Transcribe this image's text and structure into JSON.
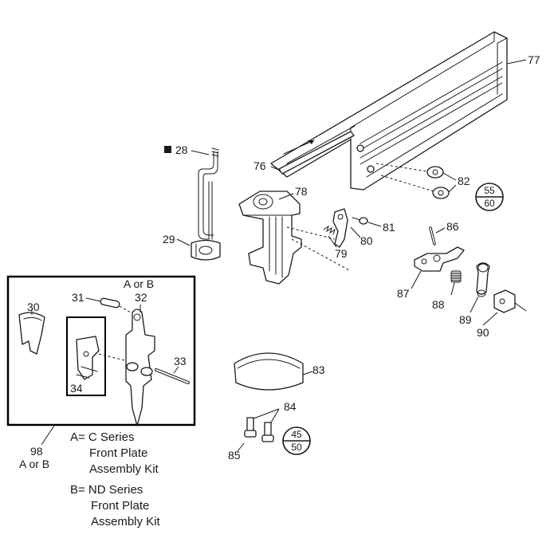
{
  "callouts": {
    "c28": "28",
    "c29": "29",
    "c30": "30",
    "c31": "31",
    "c32": "32",
    "c32_variant": "A or B",
    "c33": "33",
    "c34": "34",
    "c76": "76",
    "c77": "77",
    "c78": "78",
    "c79": "79",
    "c80": "80",
    "c81": "81",
    "c82": "82",
    "c83": "83",
    "c84": "84",
    "c85": "85",
    "c86": "86",
    "c87": "87",
    "c88": "88",
    "c89": "89",
    "c90": "90",
    "c98": "98",
    "c98_variant": "A or B"
  },
  "badges": {
    "badge_a": {
      "top": "55",
      "bottom": "60"
    },
    "badge_b": {
      "top": "45",
      "bottom": "50"
    }
  },
  "legend": {
    "a_line1": "A= C Series",
    "a_line2": "Front Plate",
    "a_line3": "Assembly Kit",
    "b_line1": "B= ND Series",
    "b_line2": "Front Plate",
    "b_line3": "Assembly Kit"
  }
}
